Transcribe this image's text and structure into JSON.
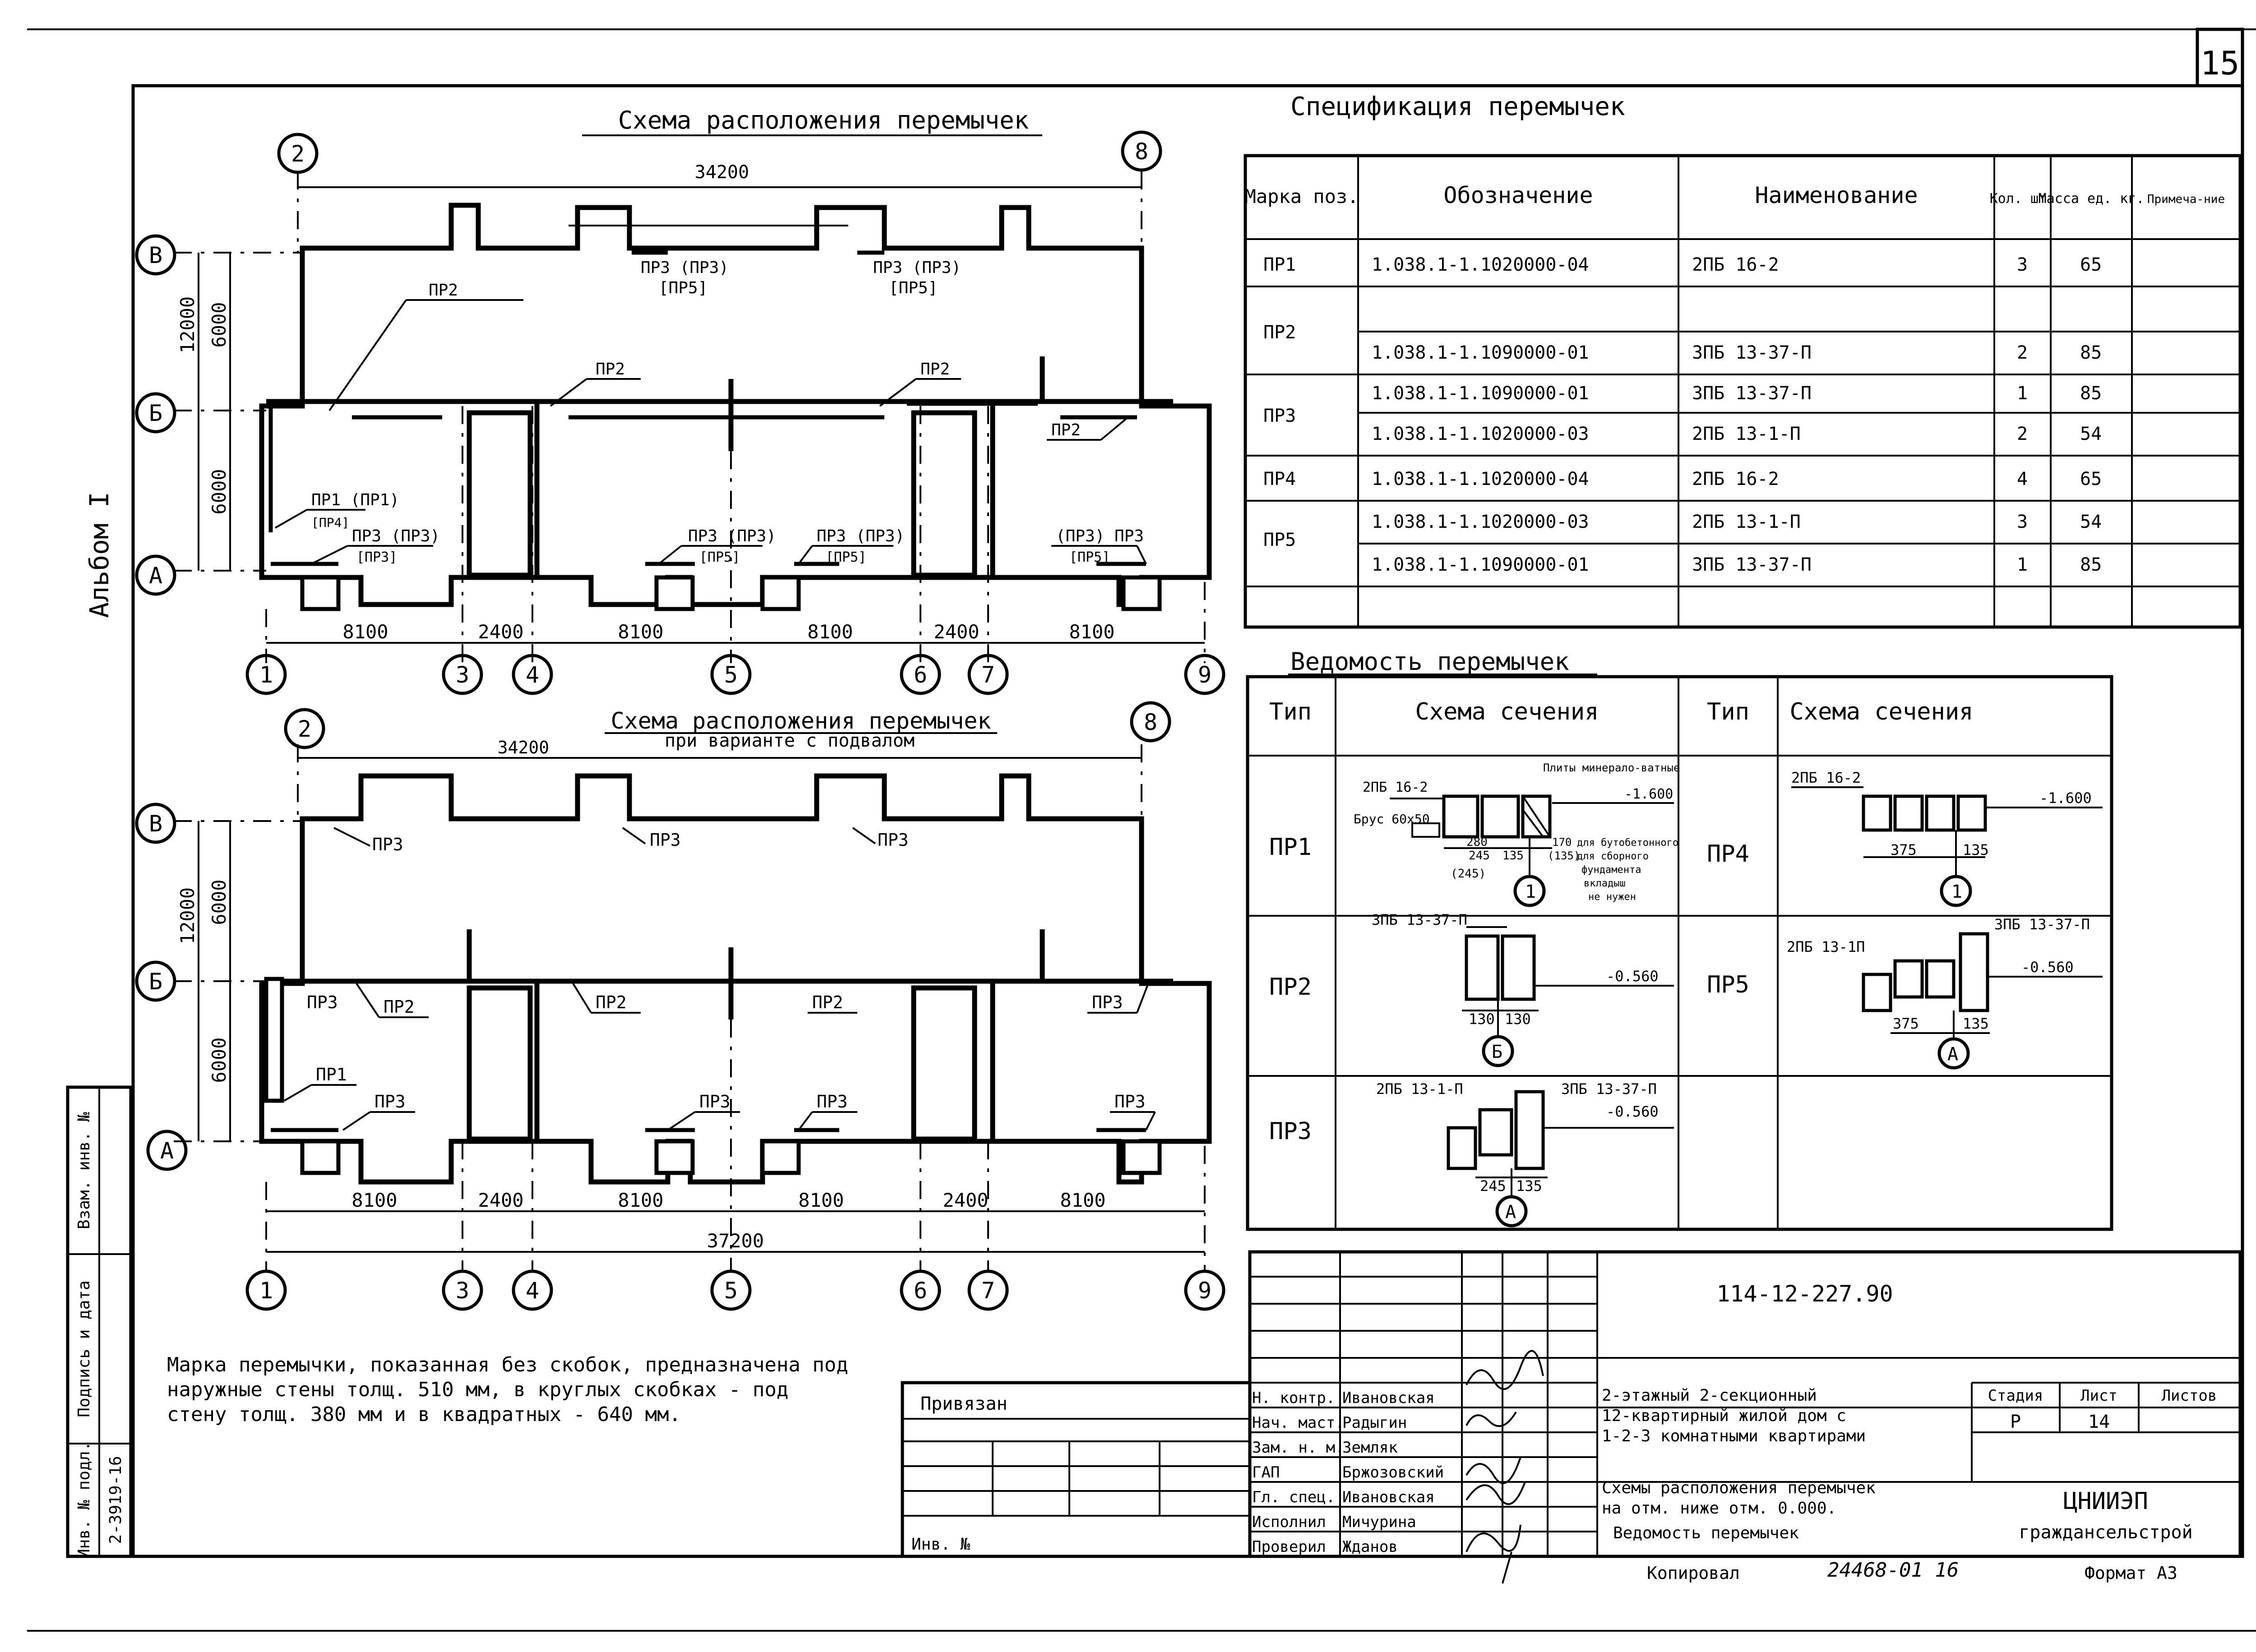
{
  "sheet_number": "15",
  "album_label": "Альбом I",
  "plan1": {
    "title": "Схема расположения перемычек",
    "total_dim": "34200",
    "axes_top": [
      "2",
      "8"
    ],
    "axes_left": [
      "В",
      "Б",
      "А"
    ],
    "axes_bottom": [
      "1",
      "3",
      "4",
      "5",
      "6",
      "7",
      "9"
    ],
    "dims_left": [
      "12000",
      "6000",
      "6000"
    ],
    "dims_bottom": [
      "8100",
      "2400",
      "8100",
      "8100",
      "2400",
      "8100"
    ],
    "labels": {
      "pr2_a": "ПР2",
      "pr2_b": "ПР2",
      "pr2_c": "ПР2",
      "pr2_d": "ПР2",
      "pr3_top1": "ПР3 (ПР3)",
      "pr5_top1": "[ПР5]",
      "pr3_top2": "ПР3 (ПР3)",
      "pr5_top2": "[ПР5]",
      "pr1": "ПР1 (ПР1)",
      "pr4": "[ПР4]",
      "pr3_b1": "ПР3 (ПР3)",
      "pr3_b1s": "[ПР3]",
      "pr3_b2": "ПР3 (ПР3)",
      "pr5_b2": "[ПР5]",
      "pr3_b3": "ПР3 (ПР3)",
      "pr5_b3": "[ПР5]",
      "pr3_b4": "(ПР3) ПР3",
      "pr5_b4": "[ПР5]"
    }
  },
  "plan2": {
    "title": "Схема расположения перемычек",
    "subtitle": "при варианте с подвалом",
    "top_dim": "34200",
    "total_dim": "37200",
    "axes_top": [
      "2",
      "8"
    ],
    "axes_left": [
      "В",
      "Б",
      "А"
    ],
    "axes_bottom": [
      "1",
      "3",
      "4",
      "5",
      "6",
      "7",
      "9"
    ],
    "dims_left": [
      "12000",
      "6000",
      "6000"
    ],
    "dims_bottom": [
      "8100",
      "2400",
      "8100",
      "8100",
      "2400",
      "8100"
    ],
    "labels": {
      "t1": "ПР3",
      "t2": "ПР3",
      "t3": "ПР3",
      "m1": "ПР3",
      "m2": "ПР2",
      "m3": "ПР2",
      "m4": "ПР2",
      "m5": "ПР3",
      "p1": "ПР1",
      "p2": "ПР3",
      "b1": "ПР3",
      "b2": "ПР3",
      "b3": "ПР3"
    }
  },
  "spec": {
    "title": "Спецификация перемычек",
    "headers": [
      "Марка поз.",
      "Обозначение",
      "Наименование",
      "Кол. шт.",
      "Масса ед. кг.",
      "Примеча-ние"
    ],
    "rows": [
      {
        "mark": "ПР1",
        "code": "1.038.1-1.1020000-04",
        "name": "2ПБ 16-2",
        "qty": "3",
        "mass": "65"
      },
      {
        "mark": "ПР2",
        "code": "",
        "name": "",
        "qty": "",
        "mass": ""
      },
      {
        "mark": "",
        "code": "1.038.1-1.1090000-01",
        "name": "3ПБ 13-37-П",
        "qty": "2",
        "mass": "85"
      },
      {
        "mark": "ПР3",
        "code": "1.038.1-1.1090000-01",
        "name": "3ПБ 13-37-П",
        "qty": "1",
        "mass": "85"
      },
      {
        "mark": "",
        "code": "1.038.1-1.1020000-03",
        "name": "2ПБ 13-1-П",
        "qty": "2",
        "mass": "54"
      },
      {
        "mark": "ПР4",
        "code": "1.038.1-1.1020000-04",
        "name": "2ПБ 16-2",
        "qty": "4",
        "mass": "65"
      },
      {
        "mark": "ПР5",
        "code": "1.038.1-1.1020000-03",
        "name": "2ПБ 13-1-П",
        "qty": "3",
        "mass": "54"
      },
      {
        "mark": "",
        "code": "1.038.1-1.1090000-01",
        "name": "3ПБ 13-37-П",
        "qty": "1",
        "mass": "85"
      }
    ]
  },
  "vedomost": {
    "title": "Ведомость перемычек",
    "headers": [
      "Тип",
      "Схема сечения",
      "Тип",
      "Схема сечения"
    ],
    "pr1": {
      "type": "ПР1",
      "lintel": "2ПБ 16-2",
      "brus": "Брус 60х50",
      "plity": "Плиты минерало-ватные",
      "level": "-1.600",
      "d280": "280",
      "d245": "245",
      "d135": "135",
      "d245b": "(245)",
      "d170": "170",
      "d135b": "(135)",
      "note1": "для бутобетонного",
      "note2": "для сборного",
      "note3": "фундамента",
      "note4": "вкладыш",
      "note5": "не нужен",
      "section": "1"
    },
    "pr2": {
      "type": "ПР2",
      "lintel": "3ПБ 13-37-П",
      "level": "-0.560",
      "d1": "130",
      "d2": "130",
      "section": "Б"
    },
    "pr3": {
      "type": "ПР3",
      "lintel1": "2ПБ 13-1-П",
      "lintel2": "3ПБ 13-37-П",
      "level": "-0.560",
      "d1": "245",
      "d2": "135",
      "section": "А"
    },
    "pr4": {
      "type": "ПР4",
      "lintel": "2ПБ 16-2",
      "level": "-1.600",
      "d1": "375",
      "d2": "135",
      "section": "1"
    },
    "pr5": {
      "type": "ПР5",
      "lintel1": "2ПБ 13-1П",
      "lintel2": "3ПБ 13-37-П",
      "level": "-0.560",
      "d1": "375",
      "d2": "135",
      "section": "А"
    }
  },
  "note": [
    "Марка перемычки, показанная без скобок, предназначена под",
    "наружные стены толщ. 510 мм, в круглых скобках - под",
    "стену толщ. 380 мм и в квадратных - 640 мм."
  ],
  "stamp_left": {
    "privyazan": "Привязан",
    "inv": "Инв. №"
  },
  "side_stamp": {
    "inv_podl": "Инв. № подл.",
    "inv_number": "2-3919-16",
    "podpis": "Подпись и дата",
    "vzam": "Взам. инв. №"
  },
  "title_block": {
    "doc_code": "114-12-227.90",
    "roles": [
      "Н. контр.",
      "Нач. маст.",
      "Зам. н. м.",
      "ГАП",
      "Гл. спец.",
      "Исполнил",
      "Проверил"
    ],
    "names": [
      "Ивановская",
      "Радыгин",
      "Земляк",
      "Бржозовский",
      "Ивановская",
      "Мичурина",
      "Жданов"
    ],
    "project": [
      "2-этажный 2-секционный",
      "12-квартирный жилой дом с",
      "1-2-3 комнатными квартирами"
    ],
    "sheet_title": [
      "Схемы расположения перемычек",
      "на отм. ниже отм. 0.000.",
      "Ведомость перемычек"
    ],
    "stage_label": "Стадия",
    "list_label": "Лист",
    "listov_label": "Листов",
    "stage": "Р",
    "list": "14",
    "org": [
      "ЦНИИЭП",
      "граждансельстрой"
    ]
  },
  "bottom": {
    "copied": "Копировал",
    "copy_no": "24468-01 16",
    "format": "Формат А3"
  }
}
